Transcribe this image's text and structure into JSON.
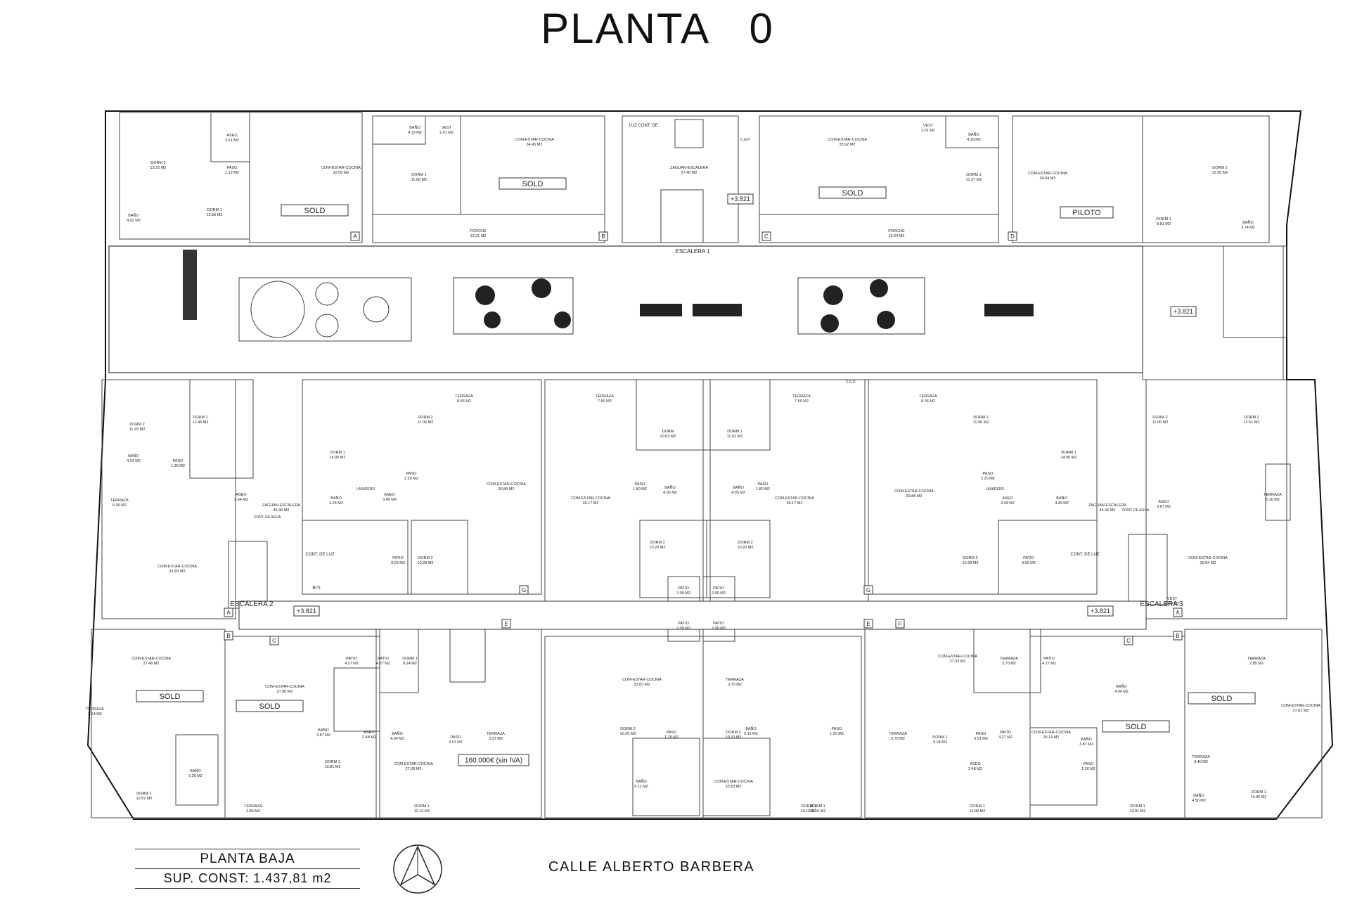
{
  "title": "PLANTA   0",
  "colors": {
    "cyan": "#3fd2dc",
    "peach": "#f2c27a",
    "magenta": "#e86ad8",
    "pink_light": "#f5c6ef"
  },
  "footer": {
    "plan_name": "PLANTA BAJA",
    "built_area": "SUP. CONST: 1.437,81 m2",
    "street": "CALLE ALBERTO BARBERA"
  },
  "icons": {
    "north": "north-arrow-icon"
  },
  "rooms": [
    {
      "name": "ASEO",
      "area": "3.61 M2"
    },
    {
      "name": "PASO",
      "area": "1.12 M2"
    },
    {
      "name": "DORM 2",
      "area": "13.22 M2"
    },
    {
      "name": "COM-ESTAR-COCINA",
      "area": "32.56 M2"
    },
    {
      "name": "DORM 1",
      "area": "12.56 M2"
    },
    {
      "name": "BAÑO",
      "area": "4.02 M2"
    },
    {
      "name": "BAÑO",
      "area": "4.19 M2"
    },
    {
      "name": "VEST",
      "area": "2.01 M2"
    },
    {
      "name": "COM-ESTAR-COCINA",
      "area": "34.45 M2"
    },
    {
      "name": "DORM 1",
      "area": "11.68 M2"
    },
    {
      "name": "PORCHE",
      "area": "13.21 M2"
    },
    {
      "name": "ZAGUAN-ESCALERA",
      "area": "27.40 M2"
    },
    {
      "name": "COM-ESTAR-COCINA",
      "area": "33.92 M2"
    },
    {
      "name": "VEST",
      "area": "2.01 M2"
    },
    {
      "name": "BAÑO",
      "area": "4.19 M2"
    },
    {
      "name": "DORM 1",
      "area": "11.37 M2"
    },
    {
      "name": "PORCHE",
      "area": "13.24 M2"
    },
    {
      "name": "COM-ESTAR-COCINA",
      "area": "34.94 M2"
    },
    {
      "name": "DORM 2",
      "area": "12.90 M2"
    },
    {
      "name": "DORM 1",
      "area": "9.81 M2"
    },
    {
      "name": "BAÑO",
      "area": "3.74 M2"
    },
    {
      "name": "DORM 2",
      "area": "11.43 M2"
    },
    {
      "name": "DORM 1",
      "area": "12.46 M2"
    },
    {
      "name": "BAÑO",
      "area": "4.34 M2"
    },
    {
      "name": "PASO",
      "area": "1.36 M2"
    },
    {
      "name": "TERRAZA",
      "area": "6.00 M2"
    },
    {
      "name": "ASEO",
      "area": "3.94 M2"
    },
    {
      "name": "COM-ESTAR-COCINA",
      "area": "31.83 M2"
    },
    {
      "name": "ZAGUAN-ESCALERA",
      "area": "46.36 M2"
    },
    {
      "name": "DORM 1",
      "area": "14.90 M2"
    },
    {
      "name": "DORM 2",
      "area": "11.06 M2"
    },
    {
      "name": "PASO",
      "area": "2.20 M2"
    },
    {
      "name": "BAÑO",
      "area": "4.25 M2"
    },
    {
      "name": "ASEO",
      "area": "3.49 M2"
    },
    {
      "name": "COM-ESTAR-COCINA",
      "area": "30.88 M2"
    },
    {
      "name": "TERRAZA",
      "area": "8.36 M2"
    },
    {
      "name": "PATIO",
      "area": "9.00 M2"
    },
    {
      "name": "DORM 2",
      "area": "10.28 M2"
    },
    {
      "name": "TERRAZA",
      "area": "7.50 M2"
    },
    {
      "name": "COM-ESTAR-COCINA",
      "area": "36.17 M2"
    },
    {
      "name": "DORM",
      "area": "10.63 M2"
    },
    {
      "name": "PASO",
      "area": "1.80 M2"
    },
    {
      "name": "BAÑO",
      "area": "4.05 M2"
    },
    {
      "name": "DORM 2",
      "area": "10.20 M2"
    },
    {
      "name": "DORM 1",
      "area": "11.62 M2"
    },
    {
      "name": "BAÑO",
      "area": "4.05 M2"
    },
    {
      "name": "PASO",
      "area": "1.80 M2"
    },
    {
      "name": "COM-ESTAR-COCINA",
      "area": "36.17 M2"
    },
    {
      "name": "DORM 2",
      "area": "10.20 M2"
    },
    {
      "name": "TERRAZA",
      "area": "7.50 M2"
    },
    {
      "name": "TERRAZA",
      "area": "8.36 M2"
    },
    {
      "name": "DORM 2",
      "area": "11.06 M2"
    },
    {
      "name": "DORM 1",
      "area": "14.90 M2"
    },
    {
      "name": "COM-ESTAR-COCINA",
      "area": "29.88 M2"
    },
    {
      "name": "PASO",
      "area": "2.20 M2"
    },
    {
      "name": "ASEO",
      "area": "3.49 M2"
    },
    {
      "name": "BAÑO",
      "area": "4.25 M2"
    },
    {
      "name": "PATIO",
      "area": "9.00 M2"
    },
    {
      "name": "DORM 2",
      "area": "10.28 M2"
    },
    {
      "name": "ZAGUAN-ESCALERA",
      "area": "46.36 M2"
    },
    {
      "name": "DORM 2",
      "area": "11.06 M2"
    },
    {
      "name": "DORM 2",
      "area": "12.51 M2"
    },
    {
      "name": "ASEO",
      "area": "3.67 M2"
    },
    {
      "name": "TERRAZA",
      "area": "5.16 M2"
    },
    {
      "name": "COM-ESTAR-COCINA",
      "area": "32.84 M2"
    },
    {
      "name": "VEST",
      "area": "2.09 M2"
    },
    {
      "name": "PATIO",
      "area": "2.09 M2"
    },
    {
      "name": "PATIO",
      "area": "2.09 M2"
    },
    {
      "name": "PATIO",
      "area": "2.09 M2"
    },
    {
      "name": "PATIO",
      "area": "2.09 M2"
    },
    {
      "name": "COM-ESTAR-COCINA",
      "area": "27.48 M2"
    },
    {
      "name": "TERRAZA",
      "area": "2.54 M2"
    },
    {
      "name": "DORM 1",
      "area": "12.87 M2"
    },
    {
      "name": "BAÑO",
      "area": "6.30 M2"
    },
    {
      "name": "TERRAZA",
      "area": "2.85 M2"
    },
    {
      "name": "COM-ESTAR-COCINA",
      "area": "27.90 M2"
    },
    {
      "name": "BAÑO",
      "area": "3.87 M2"
    },
    {
      "name": "DORM 1",
      "area": "10.81 M2"
    },
    {
      "name": "PATIO",
      "area": "4.27 M2"
    },
    {
      "name": "PATIO",
      "area": "4.27 M2"
    },
    {
      "name": "DORM 1",
      "area": "9.24 M2"
    },
    {
      "name": "BAÑO",
      "area": "4.04 M2"
    },
    {
      "name": "ASEO",
      "area": "2.48 M2"
    },
    {
      "name": "PASO",
      "area": "3.01 M2"
    },
    {
      "name": "COM-ESTAR-COCINA",
      "area": "27.33 M2"
    },
    {
      "name": "DORM 1",
      "area": "11.14 M2"
    },
    {
      "name": "TERRAZA",
      "area": "3.37 M2"
    },
    {
      "name": "COM-ESTAR-COCINA",
      "area": "33.83 M2"
    },
    {
      "name": "DORM 2",
      "area": "10.20 M2"
    },
    {
      "name": "PASO",
      "area": "1.20 M2"
    },
    {
      "name": "BAÑO",
      "area": "6.11 M2"
    },
    {
      "name": "DORM 1",
      "area": "10.10 M2"
    },
    {
      "name": "TERRAZA",
      "area": "3.70 M2"
    },
    {
      "name": "DORM 2",
      "area": "10.20 M2"
    },
    {
      "name": "BAÑO",
      "area": "6.11 M2"
    },
    {
      "name": "PASO",
      "area": "1.20 M2"
    },
    {
      "name": "COM-ESTAR-COCINA",
      "area": "33.83 M2"
    },
    {
      "name": "DORM 1",
      "area": "10.10 M2"
    },
    {
      "name": "TERRAZA",
      "area": "3.70 M2"
    },
    {
      "name": "COM-ESTAR-COCINA",
      "area": "27.33 M2"
    },
    {
      "name": "DORM 1",
      "area": "9.24 M2"
    },
    {
      "name": "PASO",
      "area": "3.01 M2"
    },
    {
      "name": "ASEO",
      "area": "2.48 M2"
    },
    {
      "name": "DORM 1",
      "area": "11.98 M2"
    },
    {
      "name": "TERRAZA",
      "area": "3.70 M2"
    },
    {
      "name": "PATIO",
      "area": "4.27 M2"
    },
    {
      "name": "PATIO",
      "area": "4.27 M2"
    },
    {
      "name": "BAÑO",
      "area": "4.04 M2"
    },
    {
      "name": "COM-ESTAR-COCINA",
      "area": "26.19 M2"
    },
    {
      "name": "BAÑO",
      "area": "3.87 M2"
    },
    {
      "name": "PASO",
      "area": "1.30 M2"
    },
    {
      "name": "DORM 1",
      "area": "10.81 M2"
    },
    {
      "name": "TERRAZA",
      "area": "2.85 M2"
    },
    {
      "name": "COM-ESTAR-COCINA",
      "area": "27.62 M2"
    },
    {
      "name": "TERRAZA",
      "area": "3.40 M2"
    },
    {
      "name": "BAÑO",
      "area": "4.56 M2"
    },
    {
      "name": "DORM 1",
      "area": "14.96 M2"
    }
  ],
  "labels": {
    "sold": "SOLD",
    "piloto": "PILOTO",
    "price": "160.000€ (sin IVA)",
    "escalera_1": "ESCALERA 1",
    "escalera_2": "ESCALERA 2",
    "escalera_3": "ESCALERA 3",
    "level": "+3.821",
    "cont_de_luz": "CONT. DE LUZ",
    "cont_de_agua": "CONT. DE AGUA",
    "luz_cont": "LUZ CONT. DE",
    "riti": "RITI",
    "cgp": "C.G.P.",
    "lavadero": "LAVADERO",
    "unit_a": "A",
    "unit_b": "B",
    "unit_c": "C",
    "unit_d": "D",
    "unit_e": "E",
    "unit_f": "F",
    "unit_g": "G"
  }
}
